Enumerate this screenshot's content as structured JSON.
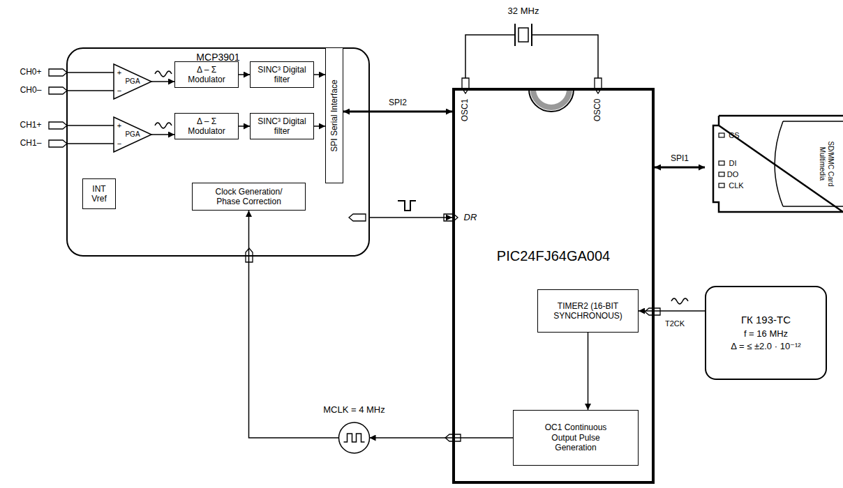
{
  "diagram": {
    "nodes": [
      {
        "text": [
          "MCP3901"
        ]
      },
      {
        "text": [
          "PGA"
        ],
        "in": 0
      },
      {
        "text": [
          "Δ – Σ Modulator"
        ],
        "in": 0
      },
      {
        "text": [
          "SINC³ Digital filter"
        ],
        "in": 0
      },
      {
        "text": [
          "SPI Serial Interface"
        ],
        "in": 0
      },
      {
        "text": [
          "PGA"
        ],
        "in": 0
      },
      {
        "text": [
          "Δ – Σ Modulator"
        ],
        "in": 0
      },
      {
        "text": [
          "SINC³ Digital filter"
        ],
        "in": 0
      },
      {
        "text": [
          "INT Vref"
        ],
        "in": 0
      },
      {
        "text": [
          "Clock Generation/ Phase Correction"
        ],
        "in": 0
      },
      {
        "text": [
          "PIC24FJ64GA004"
        ]
      },
      {
        "text": [
          "TIMER2 (16-BIT SYNCHRONOUS)"
        ],
        "in": 10
      },
      {
        "text": [
          "OC1 Continuous Output Pulse Generation"
        ],
        "in": 10
      },
      {
        "text": [
          "SD/MMC Card Multimedia"
        ]
      },
      {
        "text": [
          "ГК 193-ТС",
          "f = 16 MHz",
          "Δ = ≤ ±2.0 · 10⁻¹²"
        ]
      },
      {
        "text": [
          "MCLK = 4 MHz"
        ]
      }
    ],
    "edges": [
      {
        "from": 1,
        "to": 2,
        "arrow": "to"
      },
      {
        "from": 2,
        "to": 3,
        "arrow": "to"
      },
      {
        "from": 3,
        "to": 4,
        "arrow": "to"
      },
      {
        "from": 5,
        "to": 6,
        "arrow": "to"
      },
      {
        "from": 6,
        "to": 7,
        "arrow": "to"
      },
      {
        "from": 7,
        "to": 4,
        "arrow": "to"
      },
      {
        "from": 4,
        "to": 10,
        "label": "SPI2",
        "arrow": "both"
      },
      {
        "from": 0,
        "to": 10,
        "arrow": "to"
      },
      {
        "from": 10,
        "to": 13,
        "label": "SPI1",
        "arrow": "both"
      },
      {
        "from": 11,
        "to": 12,
        "arrow": "to"
      },
      {
        "from": 14,
        "to": 11,
        "arrow": "to"
      },
      {
        "from": 12,
        "to": 15,
        "arrow": "to"
      },
      {
        "from": 15,
        "to": 9,
        "arrow": "to"
      }
    ],
    "labels": [
      "32 MHz",
      "OSC1",
      "OSC0",
      "CH0+",
      "CH0–",
      "CH1+",
      "CH1–",
      "+",
      "−",
      "+",
      "−",
      "DR",
      "CS",
      "DI",
      "DO",
      "CLK",
      "T2CK"
    ]
  }
}
